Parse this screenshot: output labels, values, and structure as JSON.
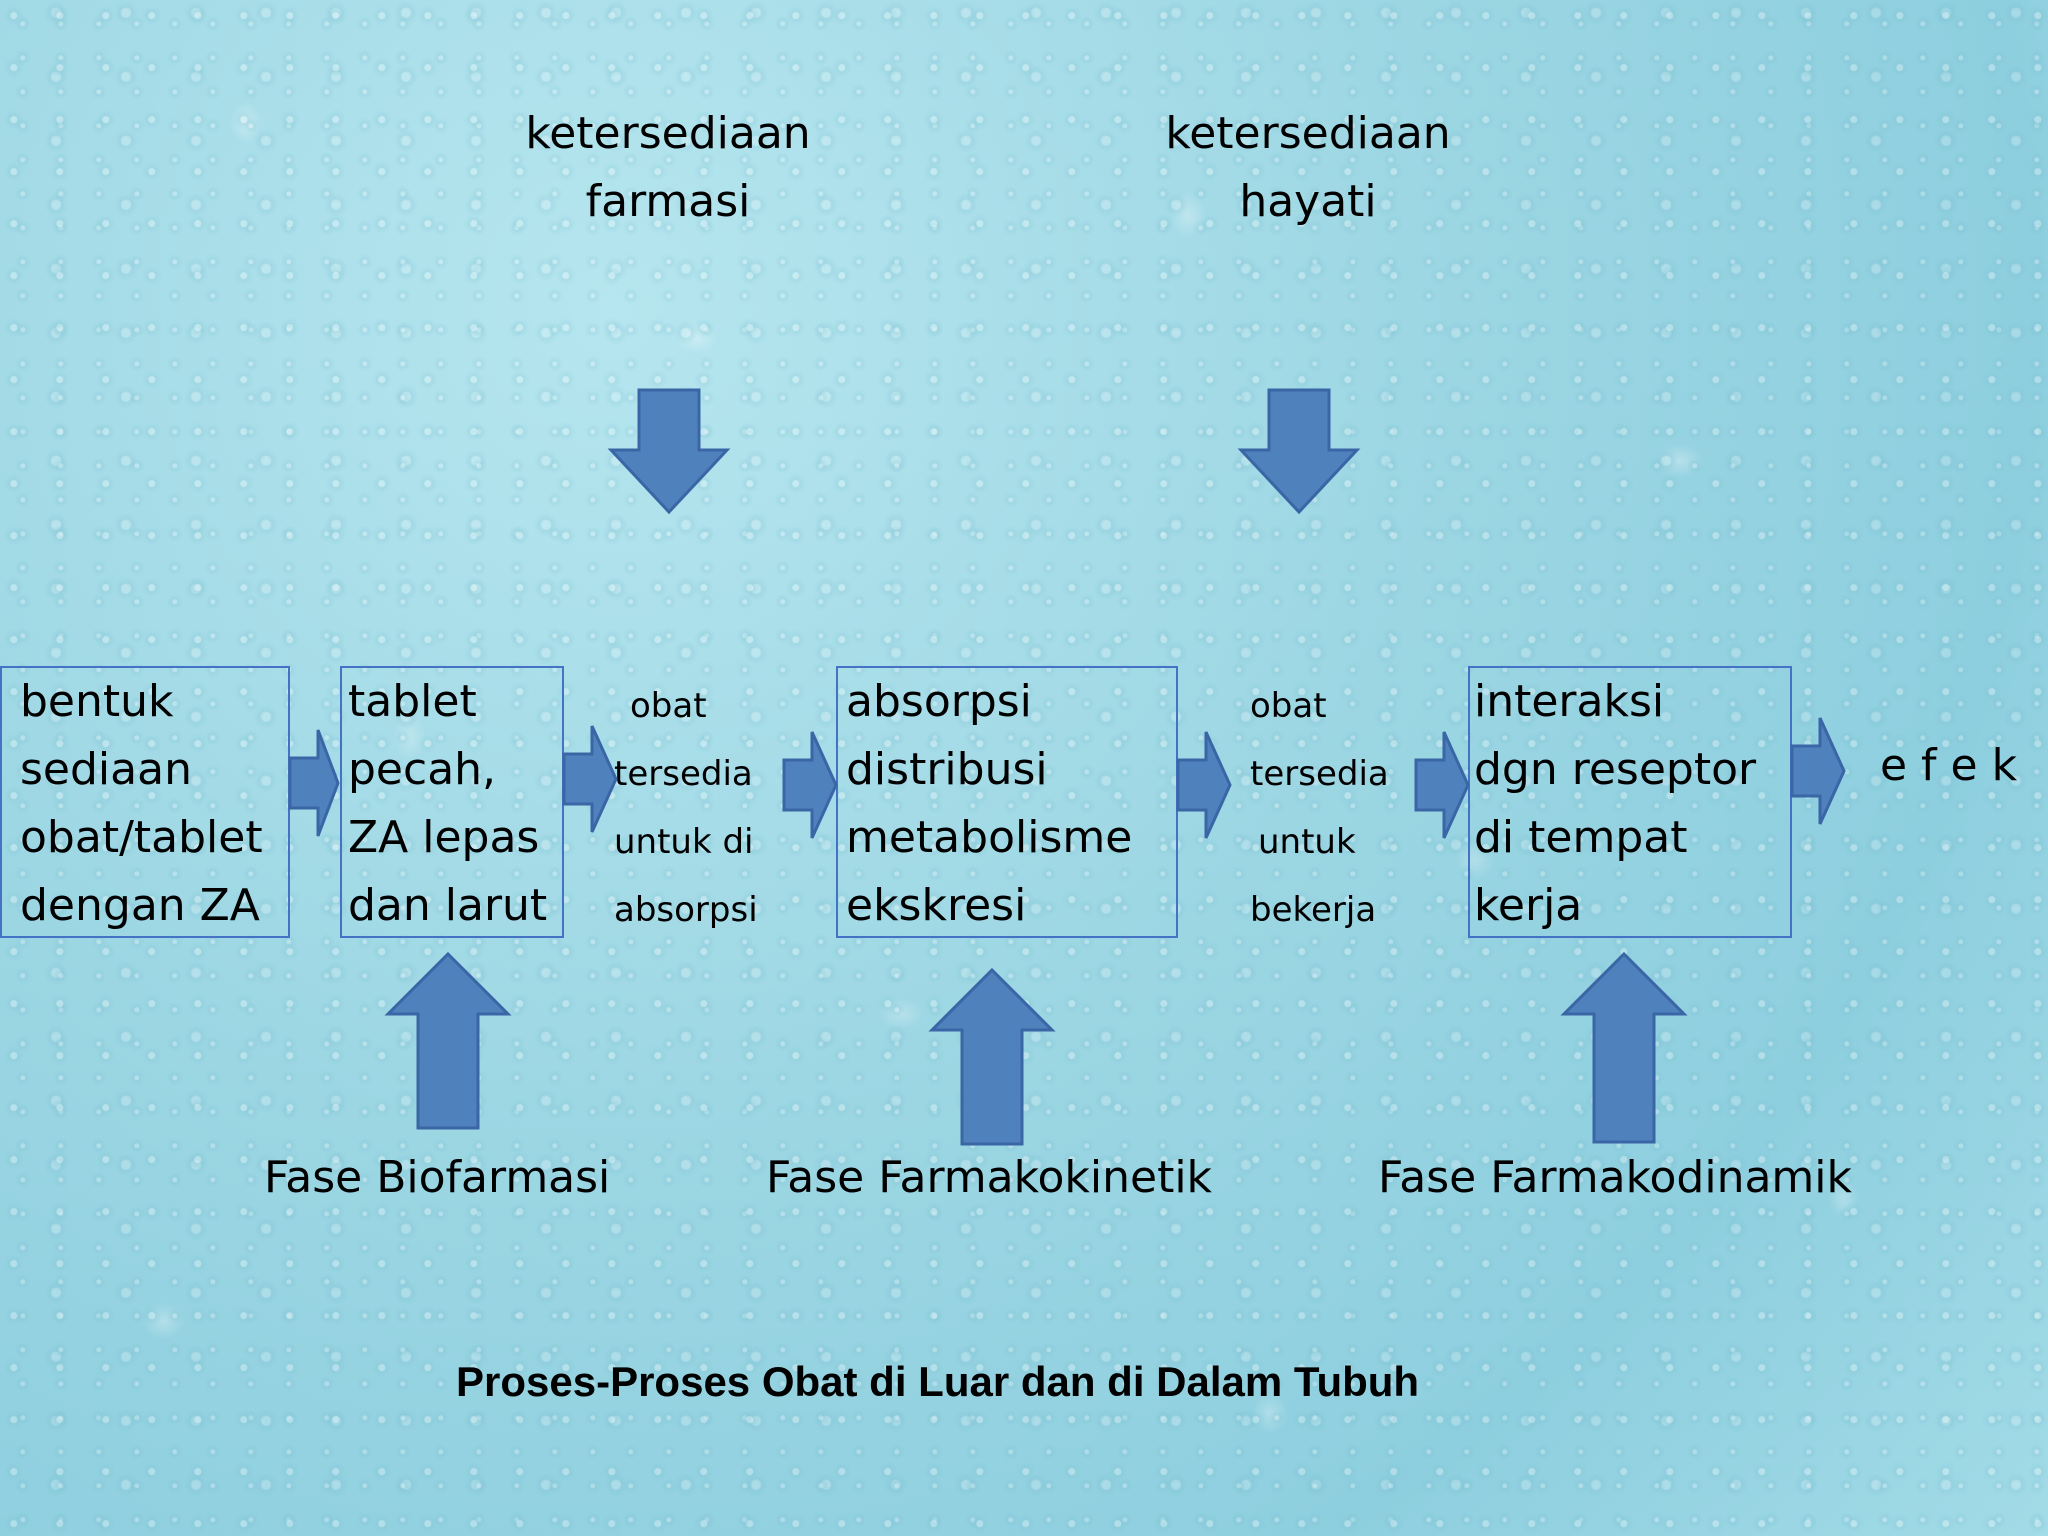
{
  "top_labels": [
    {
      "lines": [
        "ketersediaan",
        "farmasi"
      ]
    },
    {
      "lines": [
        "ketersediaan",
        "hayati"
      ]
    }
  ],
  "boxes": [
    {
      "lines": [
        "bentuk",
        "sediaan",
        "obat/tablet",
        "dengan ZA"
      ]
    },
    {
      "lines": [
        "tablet",
        "pecah,",
        "ZA lepas",
        "dan larut"
      ]
    },
    {
      "lines": [
        "absorpsi",
        "distribusi",
        "metabolisme",
        "ekskresi"
      ]
    },
    {
      "lines": [
        "interaksi",
        "dgn reseptor",
        "di tempat",
        "kerja"
      ]
    }
  ],
  "middle_texts": [
    {
      "lines": [
        "obat",
        "tersedia",
        "untuk di",
        "absorpsi"
      ]
    },
    {
      "lines": [
        "obat",
        "tersedia",
        "untuk",
        "bekerja"
      ]
    }
  ],
  "result_label": "e f e k",
  "phases": [
    "Fase Biofarmasi",
    "Fase Farmakokinetik",
    "Fase Farmakodinamik"
  ],
  "caption": "Proses-Proses Obat di Luar dan di Dalam Tubuh",
  "colors": {
    "arrow_fill": "#4f81bd",
    "arrow_stroke": "#3a66a6",
    "box_border": "#4472c4"
  }
}
